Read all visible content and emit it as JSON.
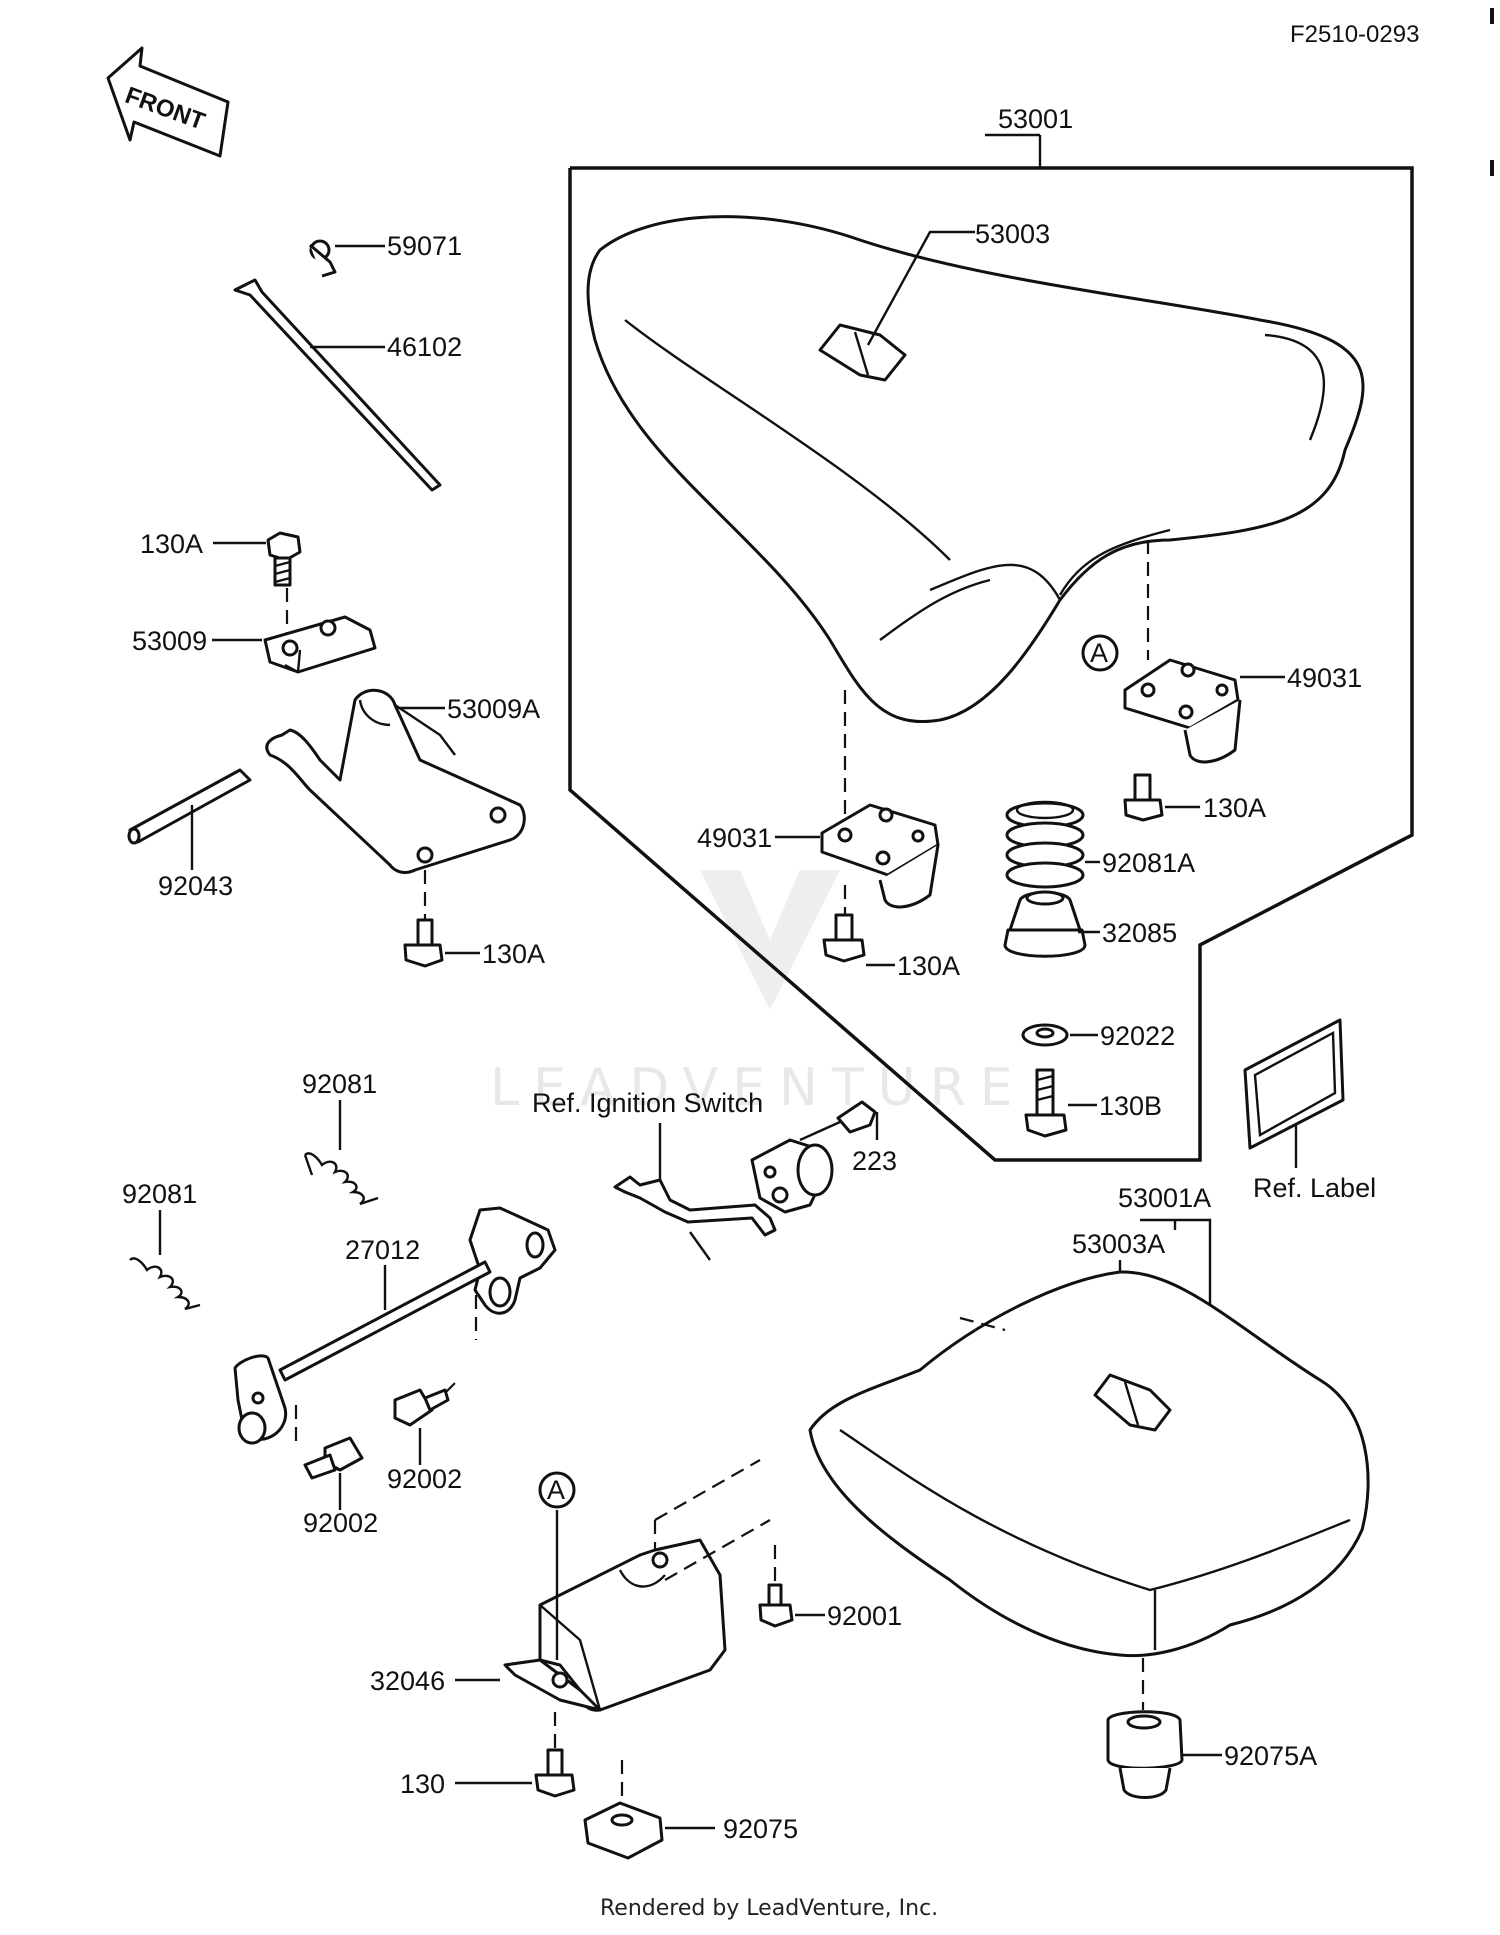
{
  "drawing_number": "F2510-0293",
  "front_badge": "FRONT",
  "footer": "Rendered by LeadVenture, Inc.",
  "watermark": "LEADVENTURE",
  "labels": {
    "p53001": "53001",
    "p53003": "53003",
    "p59071": "59071",
    "p46102": "46102",
    "p130A_1": "130A",
    "p53009": "53009",
    "p53009A": "53009A",
    "p92043": "92043",
    "p130A_2": "130A",
    "p49031_right": "49031",
    "p49031_left": "49031",
    "pA_top": "A",
    "p130A_3": "130A",
    "p92081A": "92081A",
    "p130A_4": "130A",
    "p32085": "32085",
    "p92022": "92022",
    "p130B": "130B",
    "p92081_top": "92081",
    "p92081_left": "92081",
    "ref_ignition": "Ref. Ignition Switch",
    "p223": "223",
    "ref_label": "Ref. Label",
    "p53001A": "53001A",
    "p53003A": "53003A",
    "p27012": "27012",
    "p92002_right": "92002",
    "p92002_left": "92002",
    "pA_bottom": "A",
    "p92001": "92001",
    "p32046": "32046",
    "p92075A": "92075A",
    "p130": "130",
    "p92075": "92075"
  }
}
